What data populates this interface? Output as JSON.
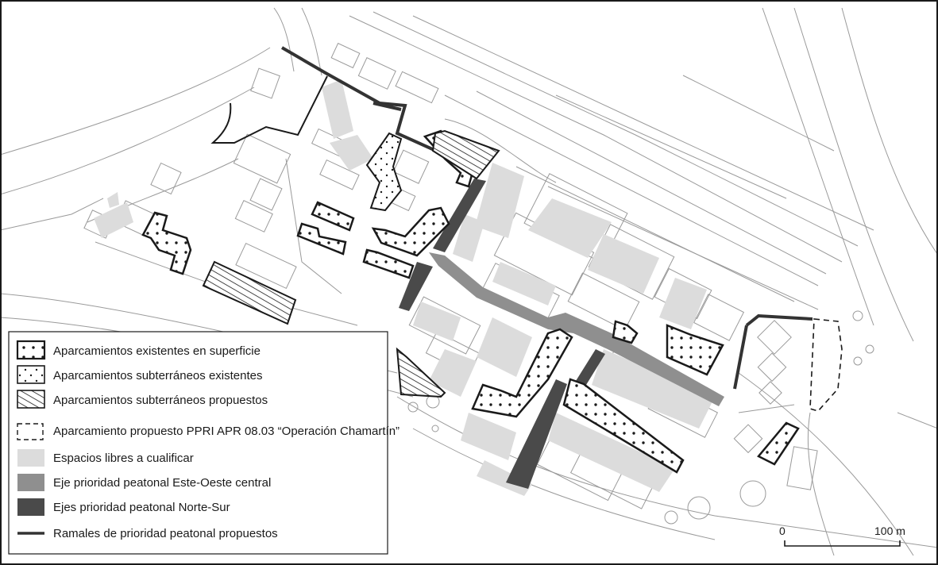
{
  "legend": {
    "items": [
      {
        "key": "existing_surface",
        "label": "Aparcamientos existentes en superficie"
      },
      {
        "key": "existing_underground",
        "label": "Aparcamientos subterráneos existentes"
      },
      {
        "key": "proposed_underground",
        "label": "Aparcamientos subterráneos propuestos"
      },
      {
        "key": "ppri_proposed",
        "label": "Aparcamiento propuesto PPRI APR 08.03 “Operación Chamartín”"
      },
      {
        "key": "open_spaces",
        "label": "Espacios libres a cualificar"
      },
      {
        "key": "east_west_axis",
        "label": "Eje prioridad peatonal Este-Oeste central"
      },
      {
        "key": "north_south_axes",
        "label": "Ejes prioridad peatonal Norte-Sur"
      },
      {
        "key": "proposed_branches",
        "label": "Ramales de prioridad peatonal propuestos"
      }
    ]
  },
  "scale_bar": {
    "start_label": "0",
    "end_label": "100 m"
  },
  "colors": {
    "background": "#ffffff",
    "outline": "#1a1a1a",
    "street_line": "#9a9a9a",
    "open_space_fill": "#dcdcdc",
    "east_west_axis": "#8f8f8f",
    "north_south_axis": "#4a4a4a",
    "proposed_branch": "#333333"
  }
}
